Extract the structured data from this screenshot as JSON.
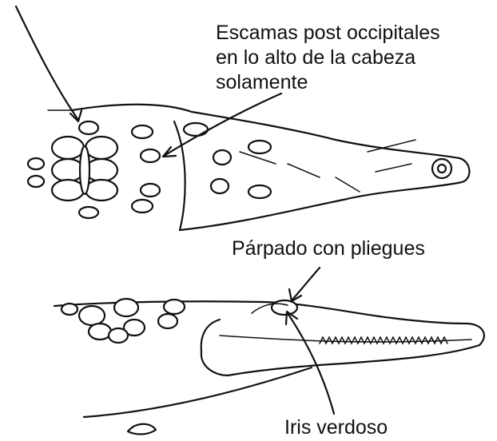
{
  "labels": {
    "scales_line1": "Escamas post occipitales",
    "scales_line2": "en lo alto de la cabeza",
    "scales_line3": "solamente",
    "eyelid": "Párpado con pliegues",
    "iris": "Iris verdoso"
  },
  "colors": {
    "ink": "#111111",
    "background": "#ffffff"
  }
}
